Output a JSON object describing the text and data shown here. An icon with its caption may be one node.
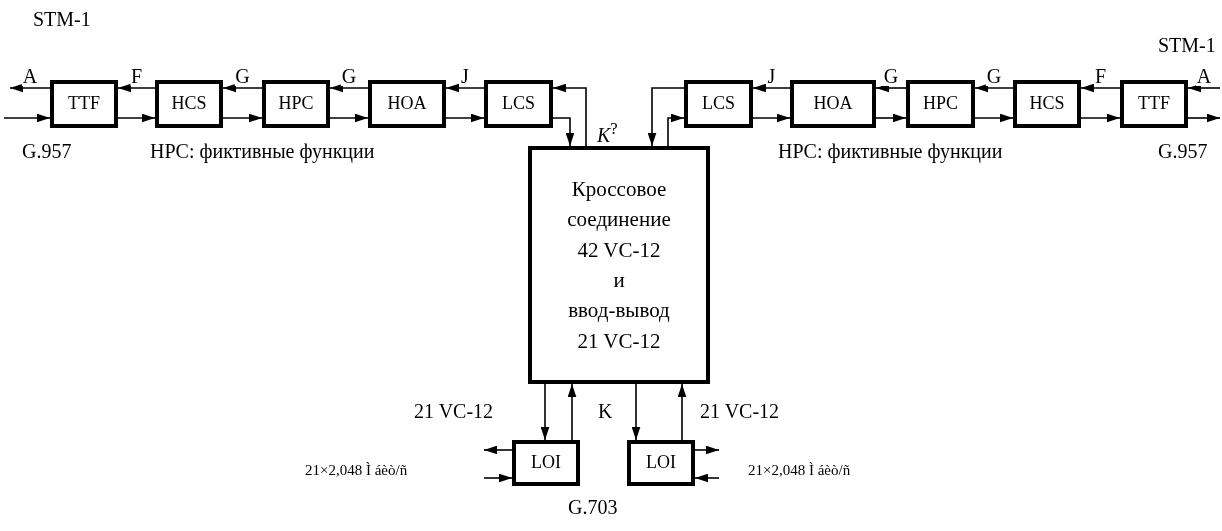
{
  "diagram": {
    "nodes": [
      {
        "text": [
          "TTF"
        ]
      },
      {
        "text": [
          "HCS"
        ]
      },
      {
        "text": [
          "HPC"
        ]
      },
      {
        "text": [
          "HOA"
        ]
      },
      {
        "text": [
          "LCS"
        ]
      },
      {
        "text": [
          "LCS"
        ]
      },
      {
        "text": [
          "HOA"
        ]
      },
      {
        "text": [
          "HPC"
        ]
      },
      {
        "text": [
          "HCS"
        ]
      },
      {
        "text": [
          "TTF"
        ]
      },
      {
        "text": [
          "Кроссовое соединение",
          "42 VC-12",
          "и",
          "ввод-вывод",
          "21 VC-12"
        ]
      },
      {
        "text": [
          "LOI"
        ]
      },
      {
        "text": [
          "LOI"
        ]
      }
    ],
    "edges": [
      {
        "from": 4,
        "to": 3,
        "arrow": "to",
        "label": "J"
      },
      {
        "from": 3,
        "to": 2,
        "arrow": "to",
        "label": "G"
      },
      {
        "from": 2,
        "to": 1,
        "arrow": "to",
        "label": "G"
      },
      {
        "from": 1,
        "to": 0,
        "arrow": "to",
        "label": "F"
      },
      {
        "from": 0,
        "to": null,
        "arrow": "to",
        "label": "A"
      },
      {
        "from": null,
        "to": 0,
        "arrow": "to"
      },
      {
        "from": 0,
        "to": 1,
        "arrow": "to"
      },
      {
        "from": 1,
        "to": 2,
        "arrow": "to"
      },
      {
        "from": 2,
        "to": 3,
        "arrow": "to"
      },
      {
        "from": 3,
        "to": 4,
        "arrow": "to"
      },
      {
        "from": 4,
        "to": 10,
        "arrow": "to"
      },
      {
        "from": 10,
        "to": 4,
        "arrow": "to"
      },
      {
        "from": null,
        "to": 9,
        "arrow": "to",
        "label": "A"
      },
      {
        "from": 9,
        "to": 8,
        "arrow": "to",
        "label": "F"
      },
      {
        "from": 8,
        "to": 7,
        "arrow": "to",
        "label": "G"
      },
      {
        "from": 7,
        "to": 6,
        "arrow": "to",
        "label": "G"
      },
      {
        "from": 6,
        "to": 5,
        "arrow": "to",
        "label": "J"
      },
      {
        "from": 5,
        "to": 10,
        "arrow": "to"
      },
      {
        "from": 10,
        "to": 5,
        "arrow": "to"
      },
      {
        "from": 5,
        "to": 6,
        "arrow": "to"
      },
      {
        "from": 6,
        "to": 7,
        "arrow": "to"
      },
      {
        "from": 7,
        "to": 8,
        "arrow": "to"
      },
      {
        "from": 8,
        "to": 9,
        "arrow": "to"
      },
      {
        "from": 9,
        "to": null,
        "arrow": "to"
      },
      {
        "from": 10,
        "to": 11,
        "arrow": "to"
      },
      {
        "from": 11,
        "to": 10,
        "arrow": "to"
      },
      {
        "from": 10,
        "to": 12,
        "arrow": "to"
      },
      {
        "from": 12,
        "to": 10,
        "arrow": "to"
      },
      {
        "from": 11,
        "to": null,
        "arrow": "to"
      },
      {
        "from": null,
        "to": 11,
        "arrow": "to"
      },
      {
        "from": 12,
        "to": null,
        "arrow": "to"
      },
      {
        "from": null,
        "to": 12,
        "arrow": "to"
      }
    ],
    "labels": [
      "STM-1",
      "STM-1",
      "G.957",
      "HPC: фиктивные функции",
      "*K*$^{?}$",
      "HPC: фиктивные функции",
      "G.957",
      "21 VC-12",
      "K",
      "21 VC-12",
      "21×2,048 Ì  áèò/ñ",
      "21×2,048 Ì  áèò/ñ",
      "G.703"
    ]
  }
}
